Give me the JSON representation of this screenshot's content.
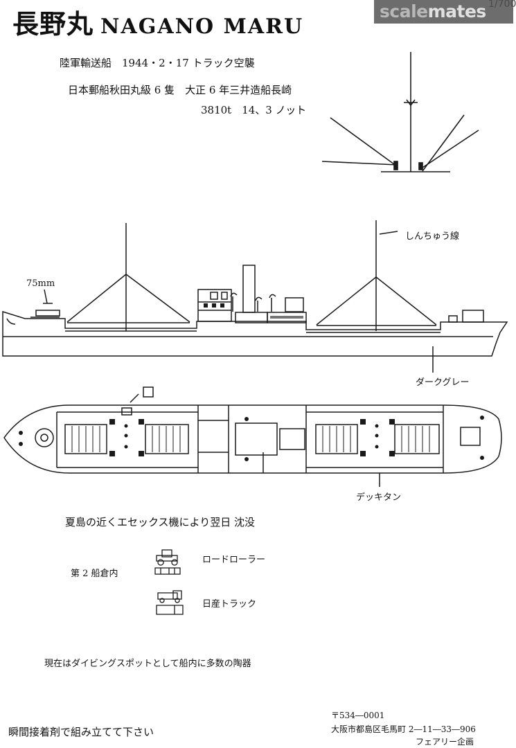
{
  "watermark": {
    "scale": "scale",
    "mates": "mates",
    "code": "1/700"
  },
  "title": {
    "jp": "長野丸",
    "en": "NAGANO   MARU"
  },
  "info": {
    "line1": "陸軍輸送船　1944・2・17 トラック空襲",
    "line2": "日本郵船秋田丸級 6 隻　大正 6 年三井造船長崎",
    "line3": "3810t　14、3 ノット"
  },
  "labels": {
    "gun": "75mm",
    "shinchu": "しんちゅう線",
    "dark_gray": "ダークグレー",
    "deck_tan": "デッキタン"
  },
  "notes": {
    "sunk": "夏島の近くエセックス機により翌日 沈没",
    "hold2": "第 2 船倉内",
    "road_roller": "ロードローラー",
    "nissan_truck": "日産トラック",
    "diving": "現在はダイビングスポットとして船内に多数の陶器",
    "glue": "瞬間接着剤で組み立てて下さい"
  },
  "publisher": {
    "postal": "〒534―0001",
    "address": "大阪市都島区毛馬町 2―11―33―906",
    "name": "フェアリー企画"
  },
  "colors": {
    "line": "#1a1a1a",
    "watermark_bg": "#6d6d6d"
  }
}
